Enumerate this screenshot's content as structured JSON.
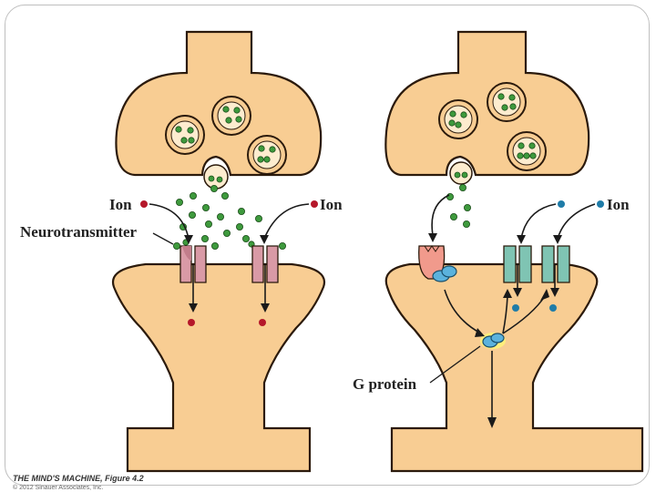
{
  "labels": {
    "ion_left": "Ion",
    "ion_middle": "Ion",
    "ion_right": "Ion",
    "neurotransmitter": "Neurotransmitter",
    "g_protein": "G protein"
  },
  "caption": {
    "title": "THE MIND'S MACHINE",
    "figure": ", Figure 4.2",
    "copyright": "© 2012 Sinauer Associates, Inc."
  },
  "colors": {
    "neuron_fill": "#f8cd93",
    "neuron_stroke": "#2b1a0c",
    "neurotransmitter": "#3e9a3d",
    "vesicle": "#fdeccf",
    "ion_red": "#b5172a",
    "ion_blue": "#1f7ca8",
    "channel_pink": "#d99aa6",
    "channel_teal": "#7fc4b3",
    "receptor_salmon": "#f19a8c",
    "g_protein_blue": "#5bb2dd"
  }
}
